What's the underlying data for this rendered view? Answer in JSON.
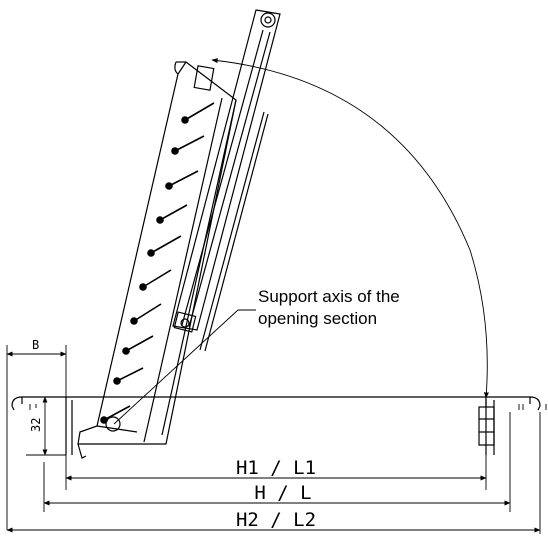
{
  "annotation": {
    "line1": "Support axis of the",
    "line2": "opening section"
  },
  "dimensions": {
    "b": "B",
    "height_32": "32",
    "h1_l1": "H1 / L1",
    "h_l": "H / L",
    "h2_l2": "H2 / L2"
  },
  "colors": {
    "line": "#000000",
    "background": "#ffffff"
  }
}
